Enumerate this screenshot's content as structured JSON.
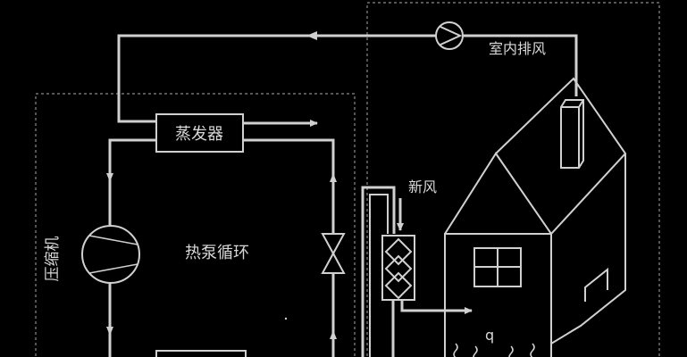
{
  "labels": {
    "evaporator": "蒸发器",
    "indoor_exhaust": "室内排风",
    "fresh_air": "新风",
    "heat_pump_cycle": "热泵循环",
    "compressor": "压缩机",
    "heat": "q"
  },
  "colors": {
    "background": "#000000",
    "line": "#d0d0d0",
    "dashed": "#8a8a8a",
    "text": "#d8d8d8"
  }
}
